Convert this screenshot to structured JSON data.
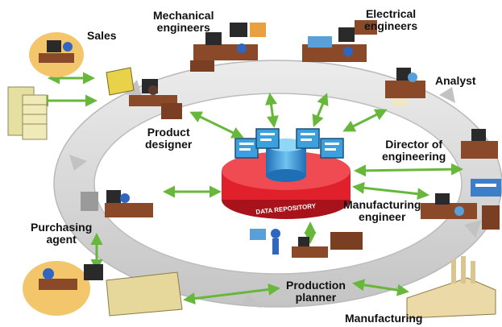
{
  "diagram": {
    "hub_label": "DATA REPOSITORY",
    "nodes": {
      "sales": "Sales",
      "mechanical": "Mechanical\nengineers",
      "electrical": "Electrical\nengineers",
      "analyst": "Analyst",
      "director": "Director of\nengineering",
      "product_designer": "Product\ndesigner",
      "manufacturing_engineer": "Manufacturing\nengineer",
      "purchasing_agent": "Purchasing\nagent",
      "production_planner": "Production\nplanner",
      "manufacturing": "Manufacturing"
    },
    "colors": {
      "ring": "#d7d7d7",
      "ring_edge": "#b9b9b9",
      "arrow": "#67b83a",
      "hub_red": "#e0202a",
      "hub_blue": "#3ba0dd",
      "furniture": "#8a4a2a",
      "monitor": "#2a2a2a"
    }
  }
}
